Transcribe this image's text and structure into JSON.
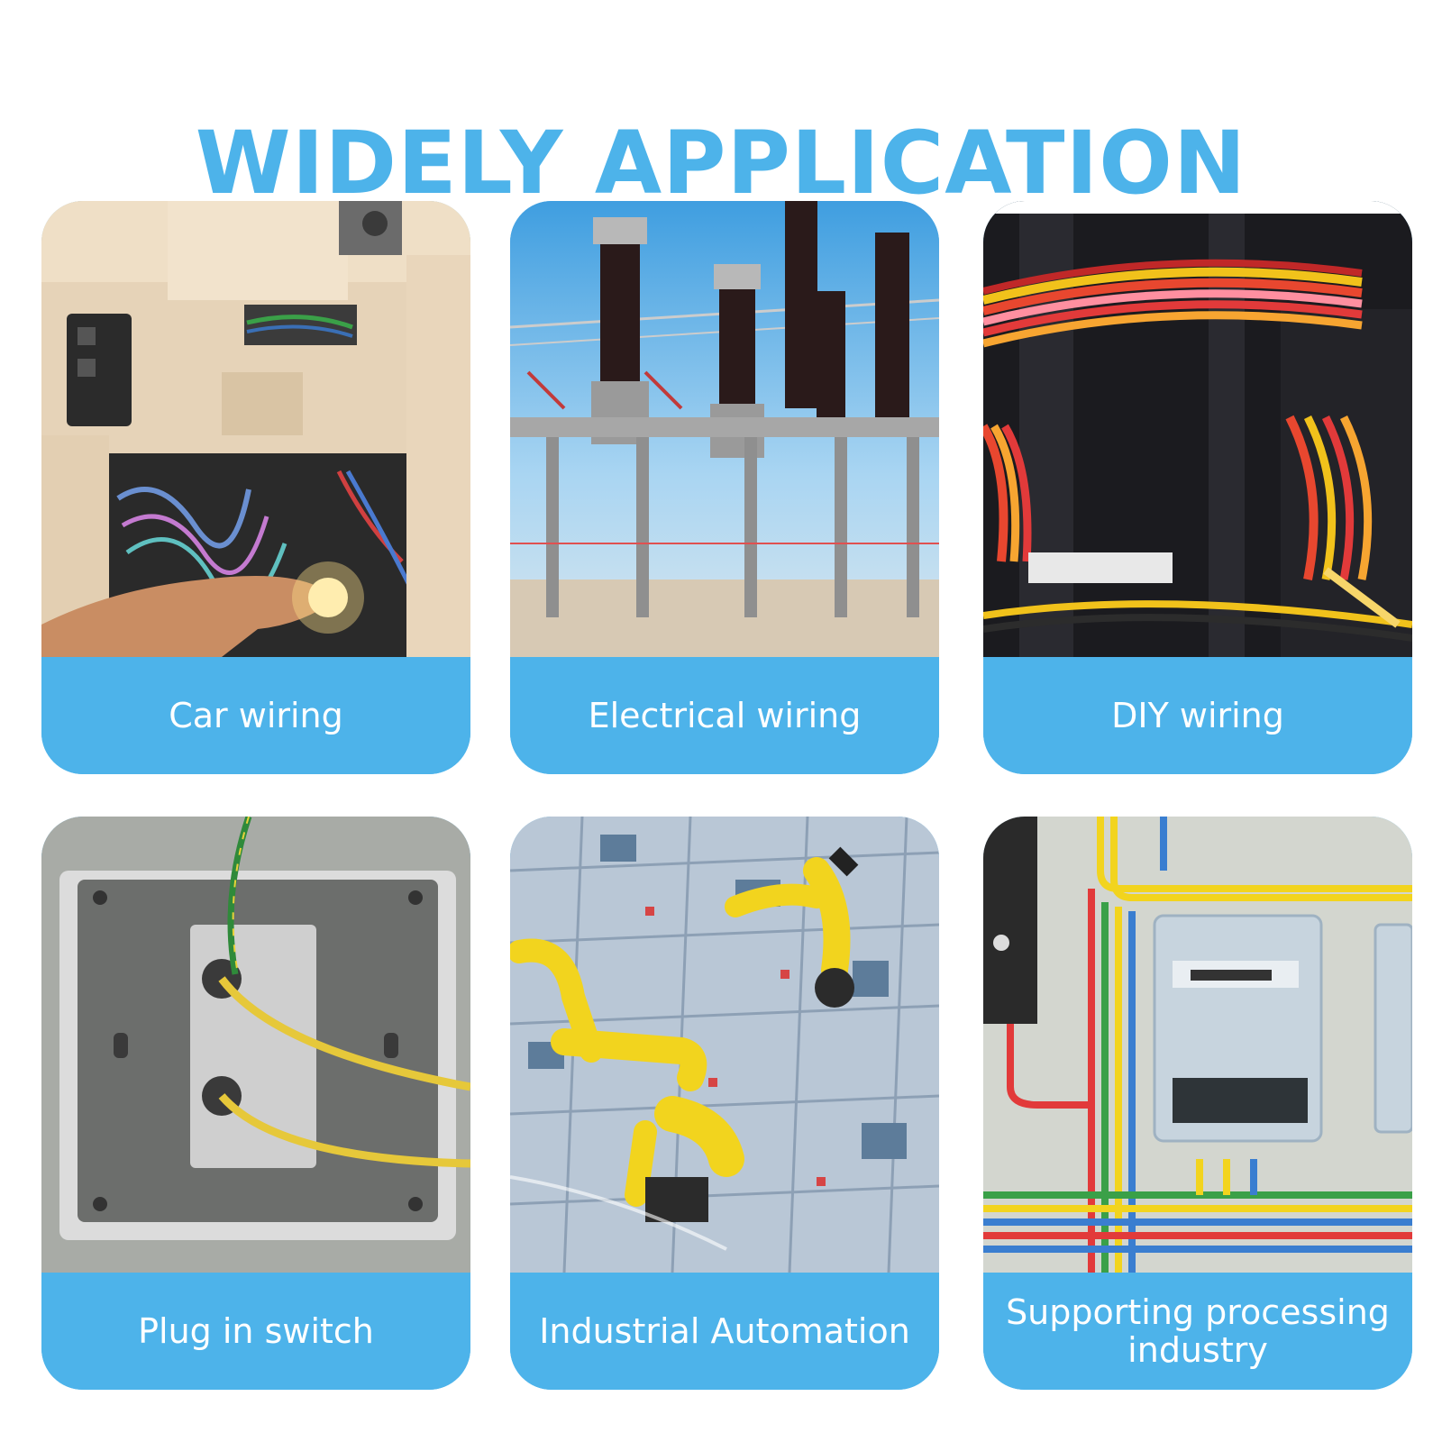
{
  "header": {
    "title": "WIDELY APPLICATION"
  },
  "applications": [
    {
      "label": "Car wiring"
    },
    {
      "label": "Electrical wiring"
    },
    {
      "label": "DIY wiring"
    },
    {
      "label": "Plug in switch"
    },
    {
      "label": "Industrial Automation"
    },
    {
      "label": "Supporting processing industry"
    }
  ],
  "colors": {
    "accent": "#4db3ea",
    "caption_text": "#ffffff"
  }
}
